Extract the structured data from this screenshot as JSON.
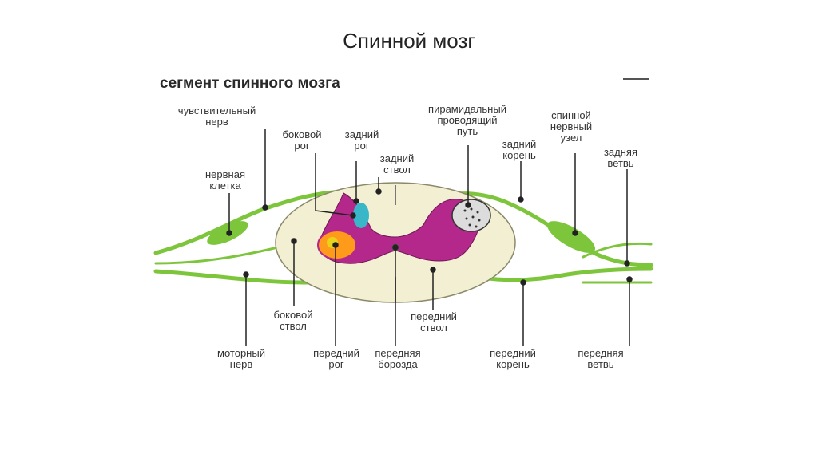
{
  "slide": {
    "title": "Спинной мозг"
  },
  "diagram": {
    "heading": "сегмент спинного мозга",
    "labels": {
      "sensory_nerve": "чувствительный\nнерв",
      "lateral_horn": "боковой\nрог",
      "posterior_horn": "задний\nрог",
      "posterior_column": "задний\nствол",
      "pyramidal_tract": "пирамидальный\nпроводящий\nпуть",
      "spinal_ganglion": "спинной\nнервный\nузел",
      "posterior_root": "задний\nкорень",
      "posterior_branch": "задняя\nветвь",
      "nerve_cell": "нервная\nклетка",
      "lateral_column": "боковой\nствол",
      "anterior_column": "передний\nствол",
      "motor_nerve": "моторный\nнерв",
      "anterior_horn": "передний\nрог",
      "anterior_fissure": "передняя\nборозда",
      "anterior_root": "передний\nкорень",
      "anterior_branch": "передняя\nветвь"
    },
    "colors": {
      "nerve": "#7dc63c",
      "cord": "#f3efd3",
      "gray_matter": "#b4288c",
      "motor_zone": "#ff9a1a",
      "sensory_zone": "#39b7c9",
      "pointer": "#222222"
    }
  }
}
